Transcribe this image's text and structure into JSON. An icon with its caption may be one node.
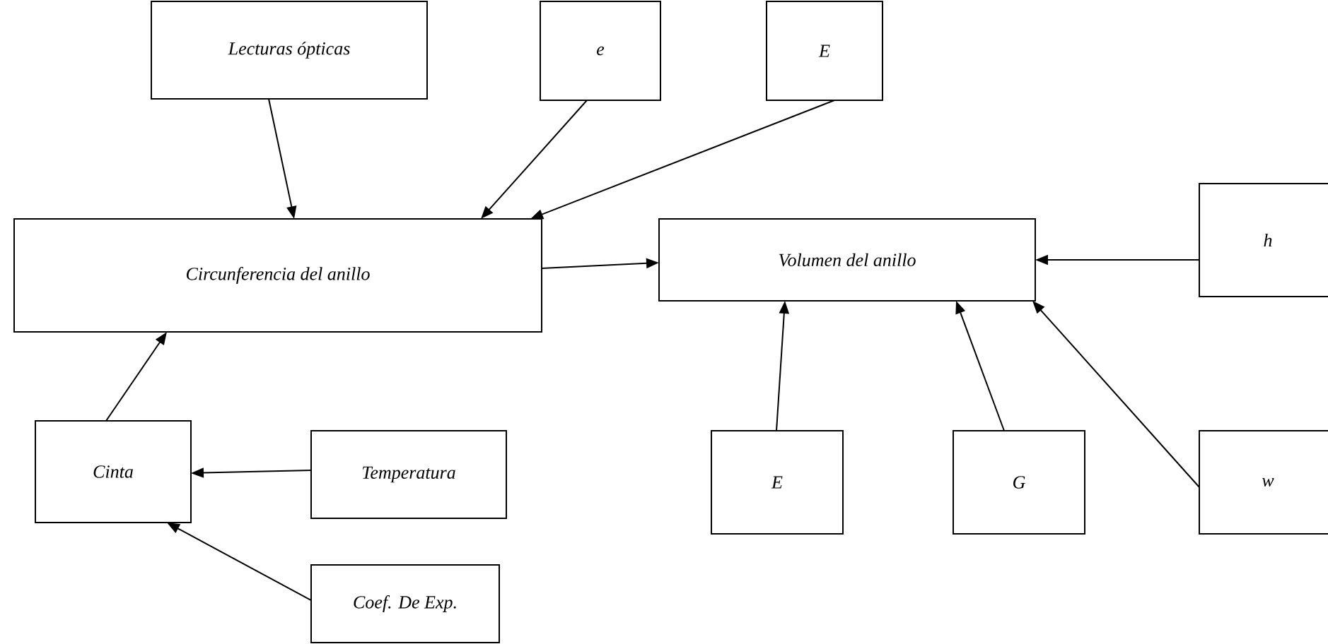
{
  "diagram": {
    "nodes": [
      {
        "text": [
          "Lecturas ópticas"
        ]
      },
      {
        "text": [
          "e"
        ]
      },
      {
        "text": [
          "E"
        ]
      },
      {
        "text": [
          "Circunferencia del anillo"
        ]
      },
      {
        "text": [
          "Volumen del anillo"
        ]
      },
      {
        "text": [
          "h"
        ]
      },
      {
        "text": [
          "Cinta"
        ]
      },
      {
        "text": [
          "Temperatura"
        ]
      },
      {
        "text": [
          "E"
        ]
      },
      {
        "text": [
          "G"
        ]
      },
      {
        "text": [
          "w"
        ]
      },
      {
        "text": [
          "Coef. De Exp."
        ]
      }
    ],
    "edges": [
      {
        "from": 0,
        "to": 3,
        "arrow": "to"
      },
      {
        "from": 1,
        "to": 3,
        "arrow": "to"
      },
      {
        "from": 2,
        "to": 3,
        "arrow": "to"
      },
      {
        "from": 3,
        "to": 4,
        "arrow": "to"
      },
      {
        "from": 5,
        "to": 4,
        "arrow": "to"
      },
      {
        "from": 6,
        "to": 3,
        "arrow": "to"
      },
      {
        "from": 7,
        "to": 6,
        "arrow": "to"
      },
      {
        "from": 11,
        "to": 6,
        "arrow": "to"
      },
      {
        "from": 8,
        "to": 4,
        "arrow": "to"
      },
      {
        "from": 9,
        "to": 4,
        "arrow": "to"
      },
      {
        "from": 10,
        "to": 4,
        "arrow": "to"
      }
    ]
  }
}
